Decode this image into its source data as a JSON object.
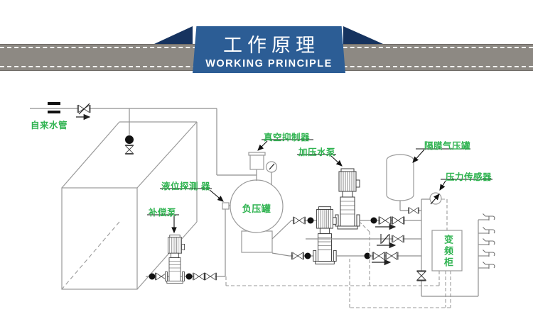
{
  "header": {
    "title_cn": "工作原理",
    "title_en": "WORKING PRINCIPLE"
  },
  "diagram": {
    "labels": {
      "tap_water": "自来水管",
      "vacuum_suppressor": "真空抑制器",
      "level_detector": "液位探测 器",
      "compensation_pump": "补偿泵",
      "pressure_pump": "加压水泵",
      "negative_pressure_tank": "负压罐",
      "diaphragm_tank": "隔膜气压罐",
      "pressure_sensor": "压力传感器",
      "vfd_cabinet": "变频柜"
    }
  },
  "colors": {
    "label_green": "#2fb350",
    "banner_blue": "#2c5d95",
    "banner_fold_dark": "#16335f",
    "road_gray": "#8d8983",
    "pipe_gray": "#8f8f8f"
  }
}
